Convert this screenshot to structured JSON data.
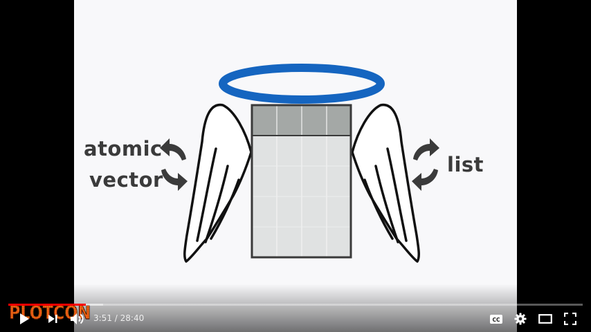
{
  "slide": {
    "label_atomic": "atomic",
    "label_vector": "vector",
    "label_list": "list"
  },
  "player": {
    "current_time": "3:51",
    "separator": "/",
    "duration": "28:40",
    "progress_fraction": 0.1355,
    "buffer_fraction": 0.165,
    "channel_logo_text": "PLOTCON",
    "icons": [
      "play-icon",
      "next-icon",
      "volume-icon",
      "captions-icon",
      "settings-icon",
      "theater-mode-icon",
      "fullscreen-icon"
    ]
  },
  "colors": {
    "halo": "#1565c0",
    "progress": "#ff0000",
    "logo": "#ff5a1f"
  }
}
